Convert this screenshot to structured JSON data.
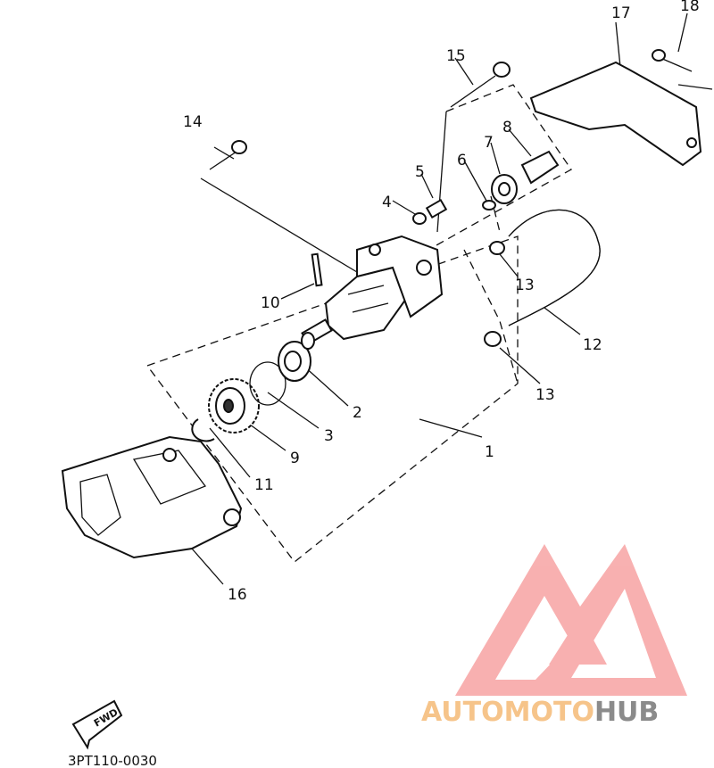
{
  "callouts": {
    "n1": "1",
    "n2": "2",
    "n3": "3",
    "n4": "4",
    "n5": "5",
    "n6": "6",
    "n7": "7",
    "n8": "8",
    "n9": "9",
    "n10": "10",
    "n11": "11",
    "n12": "12",
    "n13a": "13",
    "n13b": "13",
    "n14": "14",
    "n15": "15",
    "n16": "16",
    "n17": "17",
    "n18": "18"
  },
  "direction_badge": "FWD",
  "drawing_code": "3PT110-0030",
  "watermark": {
    "part1": "AUTOMOTO",
    "part2": "HUB",
    "colors": {
      "logo": "#f7a3a3",
      "auto": "#f6c48a",
      "hub": "#8b8b8b"
    }
  }
}
